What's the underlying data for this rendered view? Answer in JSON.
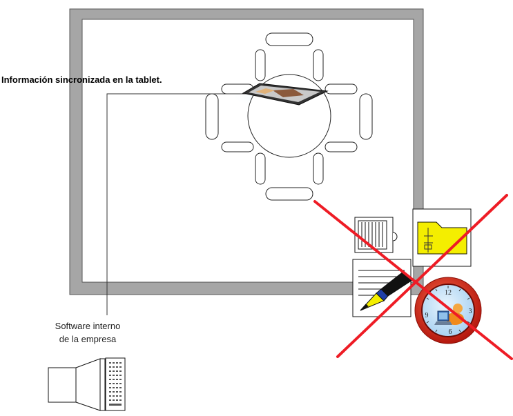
{
  "labels": {
    "tablet_caption": "Información sincronizada en la tablet.",
    "software_line1": "Software interno",
    "software_line2": "de la empresa"
  },
  "clock": {
    "numerals": [
      "12",
      "3",
      "6",
      "9"
    ]
  },
  "colors": {
    "wall": "#a6a6a6",
    "cross": "#ee1c25",
    "folder": "#f4ee00",
    "clock_rim": "#d8281b",
    "clock_face": "#a9d2f2",
    "table_glow": "#9fd1ee"
  }
}
